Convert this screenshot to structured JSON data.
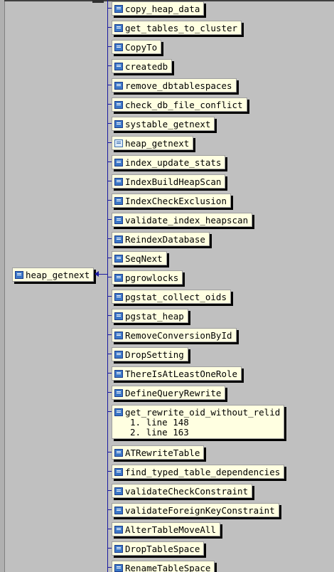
{
  "source_node": {
    "label": "heap_getnext"
  },
  "callers": [
    {
      "label": "copy_heap_data"
    },
    {
      "label": "get_tables_to_cluster"
    },
    {
      "label": "CopyTo"
    },
    {
      "label": "createdb"
    },
    {
      "label": "remove_dbtablespaces"
    },
    {
      "label": "check_db_file_conflict"
    },
    {
      "label": "systable_getnext"
    },
    {
      "label": "heap_getnext",
      "icon": "file"
    },
    {
      "label": "index_update_stats"
    },
    {
      "label": "IndexBuildHeapScan"
    },
    {
      "label": "IndexCheckExclusion"
    },
    {
      "label": "validate_index_heapscan"
    },
    {
      "label": "ReindexDatabase"
    },
    {
      "label": "SeqNext"
    },
    {
      "label": "pgrowlocks"
    },
    {
      "label": "pgstat_collect_oids"
    },
    {
      "label": "pgstat_heap"
    },
    {
      "label": "RemoveConversionById"
    },
    {
      "label": "DropSetting"
    },
    {
      "label": "ThereIsAtLeastOneRole"
    },
    {
      "label": "DefineQueryRewrite"
    },
    {
      "label": "get_rewrite_oid_without_relid",
      "lines": [
        "1. line 148",
        "2. line 163"
      ]
    },
    {
      "label": "ATRewriteTable"
    },
    {
      "label": "find_typed_table_dependencies"
    },
    {
      "label": "validateCheckConstraint"
    },
    {
      "label": "validateForeignKeyConstraint"
    },
    {
      "label": "AlterTableMoveAll"
    },
    {
      "label": "DropTableSpace"
    },
    {
      "label": "RenameTableSpace"
    }
  ]
}
